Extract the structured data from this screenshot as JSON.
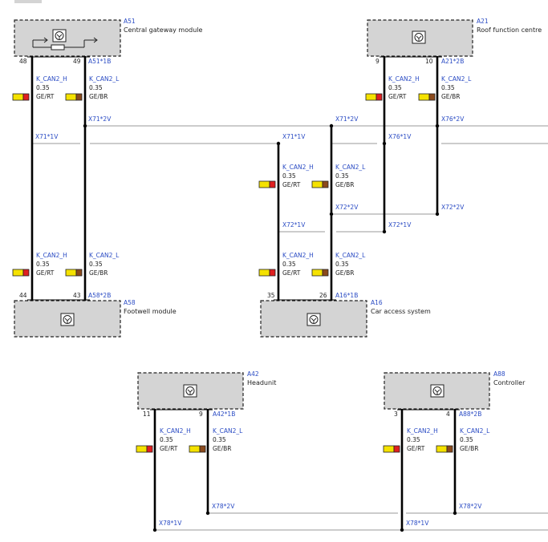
{
  "colors": {
    "yellow": "#f5e200",
    "red": "#e02020",
    "brown": "#8b4a1c",
    "label_blue": "#2b4cc4",
    "box_fill": "#d4d4d4"
  },
  "modules": {
    "a51": {
      "id": "A51",
      "name": "Central gateway module",
      "pin_h": "48",
      "pin_l": "49",
      "plug": "A51*1B"
    },
    "a21": {
      "id": "A21",
      "name": "Roof function centre",
      "pin_h": "9",
      "pin_l": "10",
      "plug": "A21*2B"
    },
    "a58": {
      "id": "A58",
      "name": "Footwell module",
      "pin_h": "44",
      "pin_l": "43",
      "plug": "A58*2B"
    },
    "a16": {
      "id": "A16",
      "name": "Car access system",
      "pin_h": "35",
      "pin_l": "26",
      "plug": "A16*1B"
    },
    "a42": {
      "id": "A42",
      "name": "Headunit",
      "pin_h": "11",
      "pin_l": "9",
      "plug": "A42*1B"
    },
    "a88": {
      "id": "A88",
      "name": "Controller",
      "pin_h": "3",
      "pin_l": "4",
      "plug": "A88*2B"
    }
  },
  "wire_labels": {
    "can_h": "K_CAN2_H",
    "can_l": "K_CAN2_L",
    "size": "0.35",
    "color_h": "GE/RT",
    "color_l": "GE/BR"
  },
  "connectors": {
    "x71_2v": "X71*2V",
    "x71_1v": "X71*1V",
    "x76_2v": "X76*2V",
    "x76_1v": "X76*1V",
    "x72_2v": "X72*2V",
    "x72_1v": "X72*1V",
    "x78_2v": "X78*2V",
    "x78_1v": "X78*1V"
  },
  "icons": {
    "module": "control-unit-icon",
    "gateway": "gateway-symbol-icon"
  }
}
